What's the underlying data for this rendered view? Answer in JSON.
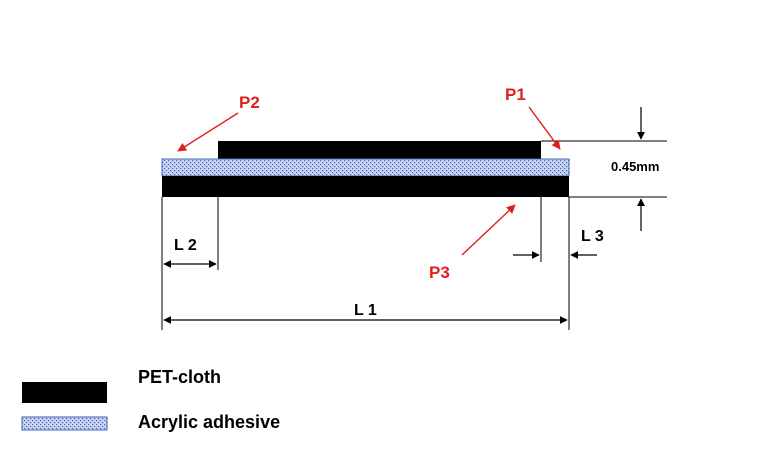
{
  "labels": {
    "p1": "P1",
    "p2": "P2",
    "p3": "P3",
    "l1": "L 1",
    "l2": "L 2",
    "l3": "L 3",
    "thickness": "0.45mm"
  },
  "legend": {
    "pet_cloth": "PET-cloth",
    "acrylic_adhesive": "Acrylic adhesive"
  },
  "colors": {
    "pet_cloth": "#000000",
    "adhesive": "#c8d4f0",
    "adhesive_dots": "#4a63b8",
    "pointer": "#e0201c",
    "dimension": "#000000"
  }
}
